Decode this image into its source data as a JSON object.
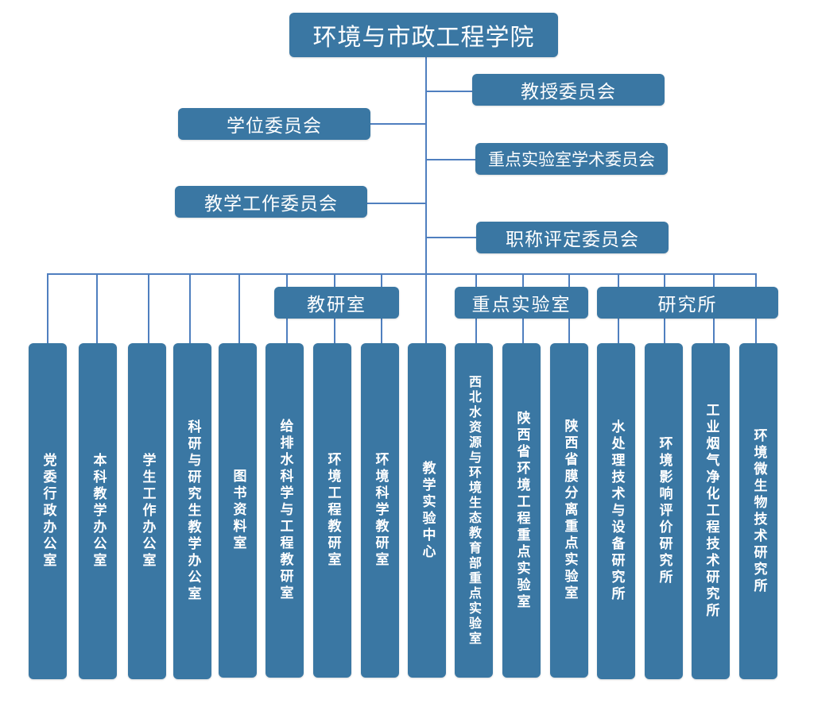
{
  "title": "环境与市政工程学院",
  "committees_left": [
    "学位委员会",
    "教学工作委员会"
  ],
  "committees_right": [
    "教授委员会",
    "重点实验室学术委员会",
    "职称评定委员会"
  ],
  "groups": {
    "teaching": "教研室",
    "labs": "重点实验室",
    "institutes": "研究所"
  },
  "units": [
    "党委行政办公室",
    "本科教学办公室",
    "学生工作办公室",
    "科研与研究生教学办公室",
    "图书资料室",
    "给排水科学与工程教研室",
    "环境工程教研室",
    "环境科学教研室",
    "教学实验中心",
    "西北水资源与环境生态教育部重点实验室",
    "陕西省环境工程重点实验室",
    "陕西省膜分离重点实验室",
    "水处理技术与设备研究所",
    "环境影响评价研究所",
    "工业烟气净化工程技术研究所",
    "环境微生物技术研究所"
  ],
  "colors": {
    "box": "#3A77A3",
    "line": "#4F7FBF",
    "text": "#FFFFFF"
  }
}
